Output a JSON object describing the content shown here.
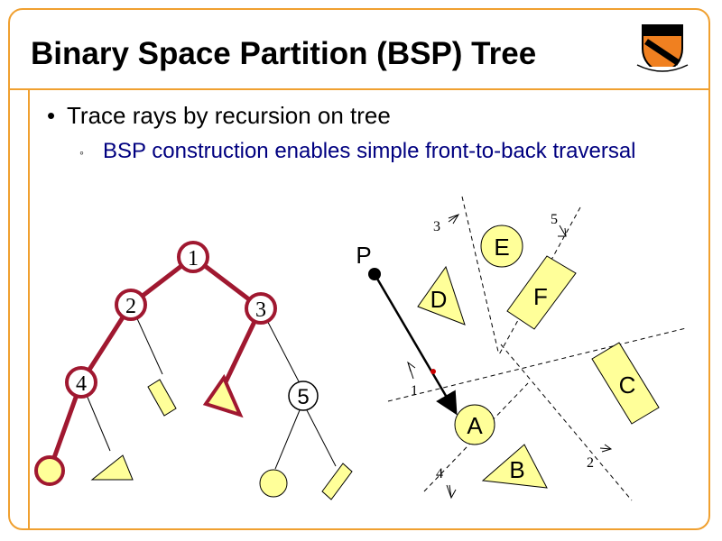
{
  "slide": {
    "title": "Binary Space Partition (BSP) Tree",
    "bullets": [
      {
        "level": 1,
        "marker": "•",
        "text": "Trace rays by recursion on tree"
      },
      {
        "level": 2,
        "marker": "◦",
        "text": "BSP construction enables simple front-to-back traversal"
      }
    ]
  },
  "tree": {
    "nodes": [
      "1",
      "2",
      "3",
      "4",
      "5"
    ]
  },
  "scene": {
    "point_label": "P",
    "objects": [
      "A",
      "B",
      "C",
      "D",
      "E",
      "F"
    ],
    "partition_labels": [
      "1",
      "2",
      "3",
      "4",
      "5"
    ]
  },
  "colors": {
    "frame": "#f0a030",
    "tree_edge": "#a01830",
    "shape_fill": "#ffff99",
    "subtitle_text": "#000080"
  },
  "icons": {
    "logo": "university-shield-icon"
  }
}
